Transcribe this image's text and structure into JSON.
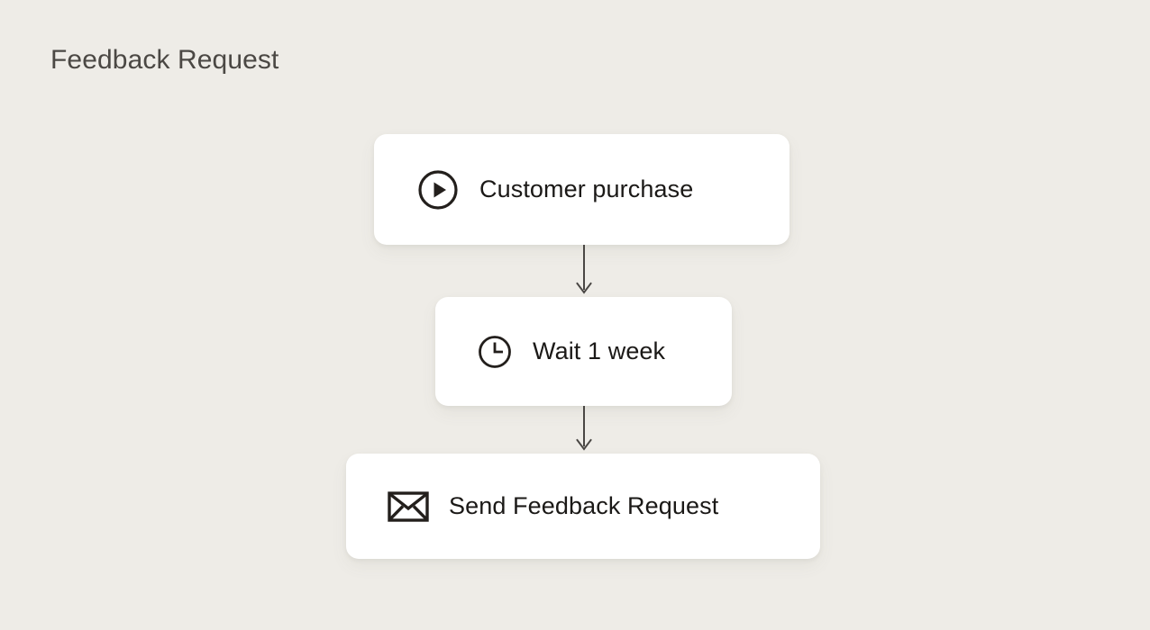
{
  "page": {
    "title": "Feedback Request",
    "background_color": "#eeece7",
    "title_color": "#4b4844"
  },
  "flow": {
    "card_color": "#ffffff",
    "icon_color": "#231f1c",
    "text_color": "#1b1917",
    "connector_color": "#4a4744",
    "nodes": [
      {
        "id": "trigger",
        "label": "Customer purchase",
        "icon": "play-circle-icon",
        "type": "trigger"
      },
      {
        "id": "delay",
        "label": "Wait 1 week",
        "icon": "clock-icon",
        "type": "delay"
      },
      {
        "id": "action",
        "label": "Send Feedback Request",
        "icon": "envelope-icon",
        "type": "action"
      }
    ],
    "connectors": [
      {
        "id": "connector-1",
        "from": "trigger",
        "to": "delay",
        "icon": "arrow-down-icon"
      },
      {
        "id": "connector-2",
        "from": "delay",
        "to": "action",
        "icon": "arrow-down-icon"
      }
    ]
  }
}
